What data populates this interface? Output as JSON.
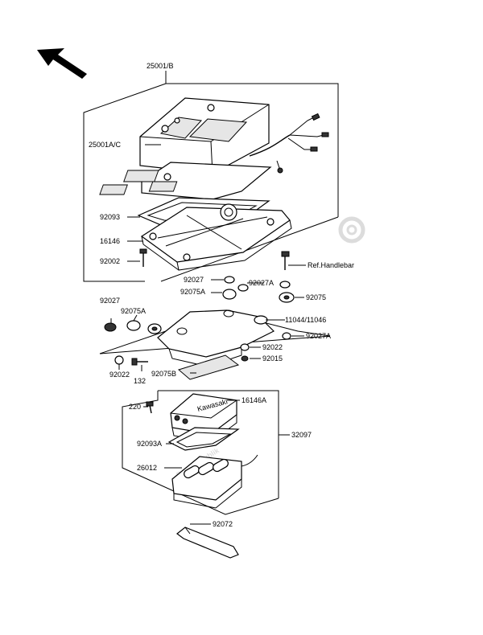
{
  "watermark": "PartsRepublik",
  "labels": {
    "l_25001B": "25001/B",
    "l_25001AC": "25001A/C",
    "l_92093": "92093",
    "l_16146": "16146",
    "l_92002": "92002",
    "l_refhandlebar": "Ref.Handlebar",
    "l_92027_a": "92027",
    "l_92027A_a": "92027A",
    "l_92075A_a": "92075A",
    "l_92075": "92075",
    "l_92027_b": "92027",
    "l_92075A_b": "92075A",
    "l_11044": "11044/11046",
    "l_92027A_b": "92027A",
    "l_92022_a": "92022",
    "l_92015": "92015",
    "l_92022_b": "92022",
    "l_132": "132",
    "l_92075B": "92075B",
    "l_220": "220",
    "l_16146A": "16146A",
    "l_32097": "32097",
    "l_92093A": "92093A",
    "l_26012": "26012",
    "l_92072": "92072"
  },
  "module_text": "Kawasaki",
  "icons": {
    "direction": "arrow-up-left-icon",
    "watermark_gear": "gear-icon"
  }
}
